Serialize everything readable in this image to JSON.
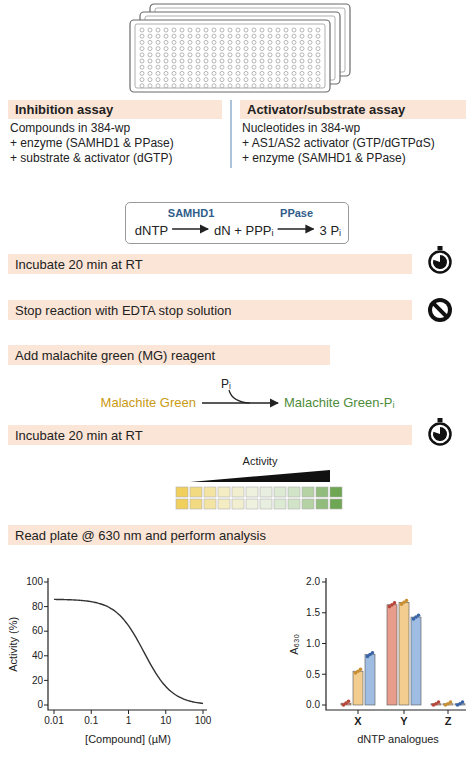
{
  "diagram": {
    "nodes": [
      {
        "text": [
          "Inhibition assay"
        ]
      },
      {
        "text": [
          "Activator/substrate assay"
        ]
      },
      {
        "text": [
          "SAMHD1",
          "PPase",
          "dNTP",
          "dN + PPPᵢ",
          "3 Pᵢ"
        ]
      },
      {
        "text": [
          "Incubate 20 min at RT"
        ]
      },
      {
        "text": [
          "Stop reaction with EDTA stop solution"
        ]
      },
      {
        "text": [
          "Add malachite green (MG) reagent"
        ]
      },
      {
        "text": [
          "Incubate 20 min at RT"
        ]
      },
      {
        "text": [
          "Read plate @ 630 nm and perform analysis"
        ]
      }
    ],
    "labels": [
      "Compounds in 384-wp",
      "+ enzyme (SAMHD1 & PPase)",
      "+ substrate & activator (dGTP)",
      "Nucleotides in 384-wp",
      "+ AS1/AS2 activator (GTP/dGTPαS)",
      "+ enzyme (SAMHD1 & PPase)",
      "Malachite Green",
      "Pᵢ",
      "Malachite Green-Pᵢ",
      "Activity",
      "Activity (%)",
      "100",
      "80",
      "60",
      "40",
      "20",
      "0",
      "0.01",
      "0.1",
      "1",
      "10",
      "100",
      "[Compound] (µM)",
      "A₆₃₀",
      "2.0",
      "1.5",
      "1.0",
      "0.5",
      "0.0",
      "X",
      "Y",
      "Z",
      "dNTP analogues"
    ]
  }
}
